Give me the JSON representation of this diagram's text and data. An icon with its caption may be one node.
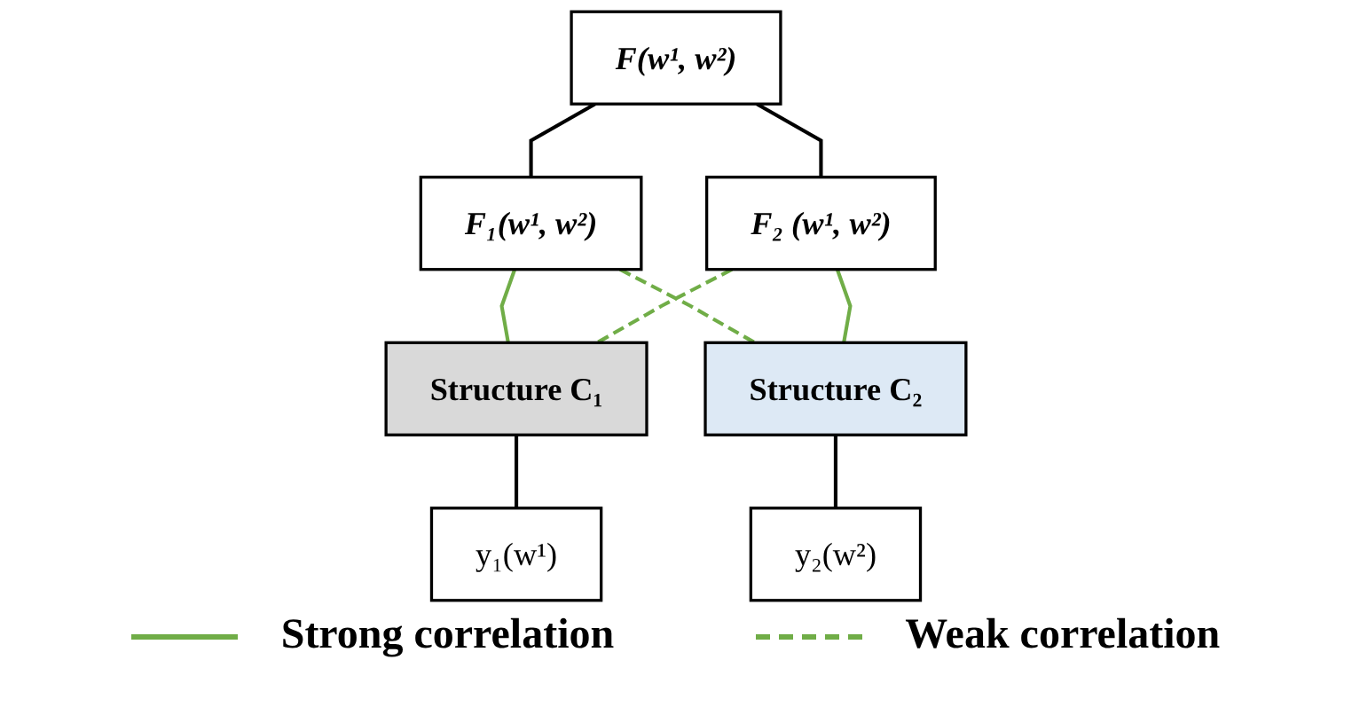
{
  "diagram": {
    "nodes": [
      {
        "text": [
          "F(w¹, w²)"
        ]
      },
      {
        "text": [
          "F₁(w¹,  w²)"
        ]
      },
      {
        "text": [
          "F₂ (w¹,  w²)"
        ]
      },
      {
        "text": [
          "Structure C₁"
        ]
      },
      {
        "text": [
          "Structure C₂"
        ]
      },
      {
        "text": [
          "y₁(w¹)"
        ]
      },
      {
        "text": [
          "y₂(w²)"
        ]
      }
    ],
    "edges": [
      {
        "from": 0,
        "to": 1,
        "arrow": "none"
      },
      {
        "from": 0,
        "to": 2,
        "arrow": "none"
      },
      {
        "from": 1,
        "to": 3,
        "arrow": "none",
        "color": "#70ad47"
      },
      {
        "from": 1,
        "to": 4,
        "arrow": "none",
        "style": "dashed",
        "color": "#70ad47"
      },
      {
        "from": 2,
        "to": 3,
        "arrow": "none",
        "style": "dashed",
        "color": "#70ad47"
      },
      {
        "from": 2,
        "to": 4,
        "arrow": "none",
        "color": "#70ad47"
      },
      {
        "from": 3,
        "to": 5,
        "arrow": "none"
      },
      {
        "from": 4,
        "to": 6,
        "arrow": "none"
      }
    ],
    "legend": [
      {
        "text": "Strong correlation"
      },
      {
        "text": "Weak correlation"
      }
    ]
  }
}
